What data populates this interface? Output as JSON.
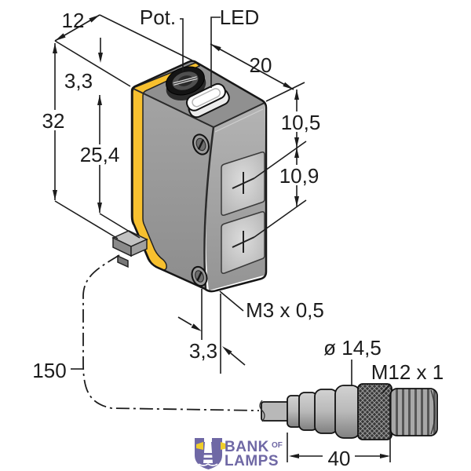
{
  "drawing": {
    "labels": {
      "depth": "12",
      "potentiometer": "Pot.",
      "led": "LED",
      "width": "20",
      "pot_offset": "3,3",
      "height": "32",
      "mounting_span": "25,4",
      "lens_offset": "10,5",
      "lens_spacing": "10,9",
      "mounting_thread": "M3 x 0,5",
      "bottom_offset": "3,3",
      "connector_diameter": "ø 14,5",
      "connector_thread": "M12 x 1",
      "cable_length": "150",
      "connector_length": "40"
    },
    "colors": {
      "accent_yellow": "#f7c02f",
      "body_gray": "#9e9e9e",
      "line": "#1c1c1c",
      "logo_purple": "#6f68a5",
      "logo_yellow": "#efcd2b"
    }
  },
  "logo": {
    "bank": "BANK",
    "of": "OF",
    "lamps": "LAMPS"
  }
}
